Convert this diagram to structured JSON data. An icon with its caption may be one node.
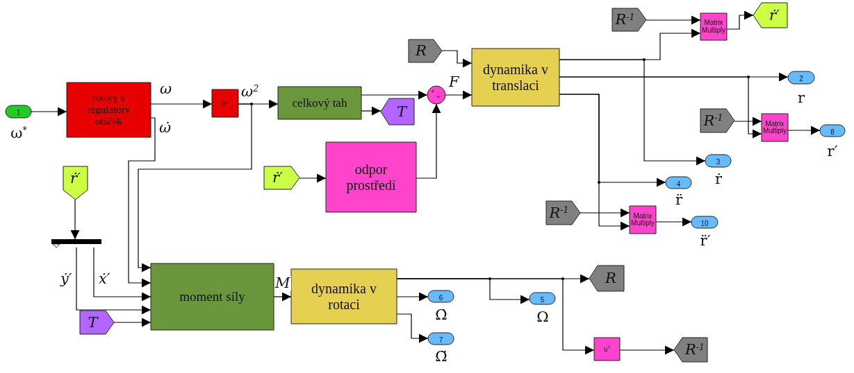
{
  "diagram": {
    "nodes": [
      {
        "text": [
          "1"
        ],
        "beside": [
          "ω$^{*}$"
        ]
      },
      {
        "text": [
          "rotory s regulátory otáček"
        ]
      },
      {
        "text": [
          "u$^{2}$"
        ]
      },
      {
        "text": [
          "celkový tah"
        ]
      },
      {
        "text": [
          "T"
        ]
      },
      {
        "text": [
          "+",
          "+"
        ]
      },
      {
        "text": [
          "dynamika v translaci"
        ]
      },
      {
        "text": [
          "R"
        ]
      },
      {
        "text": [
          "ṙ′"
        ]
      },
      {
        "text": [
          "odpor prostředí"
        ]
      },
      {
        "text": [
          "R$^{-1}$"
        ]
      },
      {
        "text": [
          "Matrix Multiply"
        ]
      },
      {
        "text": [
          "ṙ′"
        ]
      },
      {
        "text": [
          "2"
        ],
        "beside": [
          "r"
        ]
      },
      {
        "text": [
          "R$^{-1}$"
        ]
      },
      {
        "text": [
          "Matrix Multiply"
        ]
      },
      {
        "text": [
          "8"
        ],
        "beside": [
          "r′"
        ]
      },
      {
        "text": [
          "3"
        ],
        "beside": [
          "ṙ"
        ]
      },
      {
        "text": [
          "4"
        ],
        "beside": [
          "r̈"
        ]
      },
      {
        "text": [
          "R$^{-1}$"
        ]
      },
      {
        "text": [
          "Matrix Multiply"
        ]
      },
      {
        "text": [
          "10"
        ],
        "beside": [
          "r̈′"
        ]
      },
      {
        "text": [
          "ṙ′"
        ]
      },
      {
        "text": [],
        "shape": "bar"
      },
      {
        "text": [
          "moment síly"
        ]
      },
      {
        "text": [
          "T"
        ]
      },
      {
        "text": [
          "dynamika v rotaci"
        ]
      },
      {
        "text": [
          "6"
        ],
        "beside": [
          "Ω̇"
        ]
      },
      {
        "text": [
          "7"
        ],
        "beside": [
          "Ω̈"
        ]
      },
      {
        "text": [
          "5"
        ],
        "beside": [
          "Ω"
        ]
      },
      {
        "text": [
          "R"
        ]
      },
      {
        "text": [
          "u$^{T}$"
        ]
      },
      {
        "text": [
          "R$^{-1}$"
        ]
      }
    ],
    "edges": [
      {
        "from": 0,
        "to": 1,
        "arrow": "to"
      },
      {
        "from": 1,
        "to": 2,
        "arrow": "to",
        "label": "ω"
      },
      {
        "from": 2,
        "to": 3,
        "arrow": "to",
        "label": "ω$^{2}$"
      },
      {
        "from": 2,
        "to": 24,
        "arrow": "to"
      },
      {
        "from": 1,
        "to": 24,
        "arrow": "to",
        "label": "ω̇"
      },
      {
        "from": 3,
        "to": 5,
        "arrow": "to"
      },
      {
        "from": 3,
        "to": 4,
        "arrow": "to"
      },
      {
        "from": 5,
        "to": 6,
        "arrow": "to",
        "label": "F"
      },
      {
        "from": 7,
        "to": 6,
        "arrow": "to"
      },
      {
        "from": 8,
        "to": 9,
        "arrow": "to"
      },
      {
        "from": 9,
        "to": 5,
        "arrow": "to"
      },
      {
        "from": 6,
        "to": 11,
        "arrow": "to"
      },
      {
        "from": 6,
        "to": 17,
        "arrow": "to"
      },
      {
        "from": 10,
        "to": 11,
        "arrow": "to"
      },
      {
        "from": 11,
        "to": 12,
        "arrow": "to"
      },
      {
        "from": 6,
        "to": 13,
        "arrow": "to"
      },
      {
        "from": 6,
        "to": 15,
        "arrow": "to"
      },
      {
        "from": 14,
        "to": 15,
        "arrow": "to"
      },
      {
        "from": 15,
        "to": 16,
        "arrow": "to"
      },
      {
        "from": 6,
        "to": 18,
        "arrow": "to"
      },
      {
        "from": 6,
        "to": 20,
        "arrow": "to"
      },
      {
        "from": 19,
        "to": 20,
        "arrow": "to"
      },
      {
        "from": 20,
        "to": 21,
        "arrow": "to"
      },
      {
        "from": 22,
        "to": 23,
        "arrow": "to"
      },
      {
        "from": 23,
        "to": 24,
        "arrow": "to",
        "label": "ẋ′"
      },
      {
        "from": 23,
        "to": 24,
        "arrow": "to",
        "label": "ẏ′"
      },
      {
        "from": 25,
        "to": 24,
        "arrow": "to"
      },
      {
        "from": 24,
        "to": 26,
        "arrow": "to",
        "label": "M"
      },
      {
        "from": 26,
        "to": 30,
        "arrow": "to"
      },
      {
        "from": 26,
        "to": 29,
        "arrow": "to"
      },
      {
        "from": 26,
        "to": 31,
        "arrow": "to"
      },
      {
        "from": 26,
        "to": 27,
        "arrow": "to"
      },
      {
        "from": 26,
        "to": 28,
        "arrow": "to"
      },
      {
        "from": 31,
        "to": 32,
        "arrow": "to"
      }
    ]
  }
}
